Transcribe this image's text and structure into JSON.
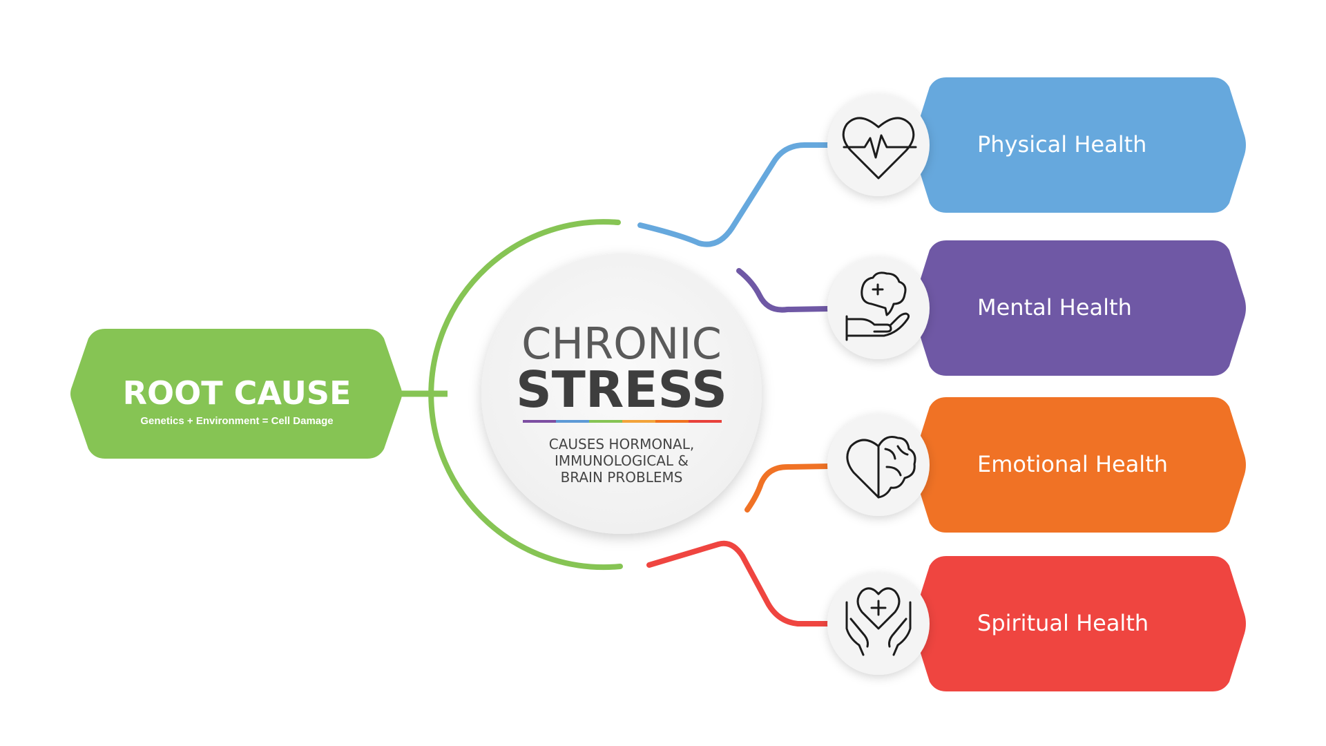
{
  "root": {
    "title": "ROOT CAUSE",
    "subtitle": "Genetics + Environment = Cell Damage",
    "color": "#86c454"
  },
  "center": {
    "line1": "CHRONIC",
    "line2": "STRESS",
    "desc1": "CAUSES HORMONAL,",
    "desc2": "IMMUNOLOGICAL &",
    "desc3": "BRAIN PROBLEMS",
    "rainbow": [
      "#7d4fa2",
      "#5d9ad6",
      "#86c454",
      "#f2a33a",
      "#f0721f",
      "#e8413b"
    ]
  },
  "outcomes": [
    {
      "label": "Physical Health",
      "icon": "heartbeat-icon",
      "color": "#66a8dd"
    },
    {
      "label": "Mental Health",
      "icon": "brain-in-hand-icon",
      "color": "#6f58a5"
    },
    {
      "label": "Emotional Health",
      "icon": "heart-brain-icon",
      "color": "#f07225"
    },
    {
      "label": "Spiritual Health",
      "icon": "hands-heart-plus-icon",
      "color": "#ef4540"
    }
  ]
}
